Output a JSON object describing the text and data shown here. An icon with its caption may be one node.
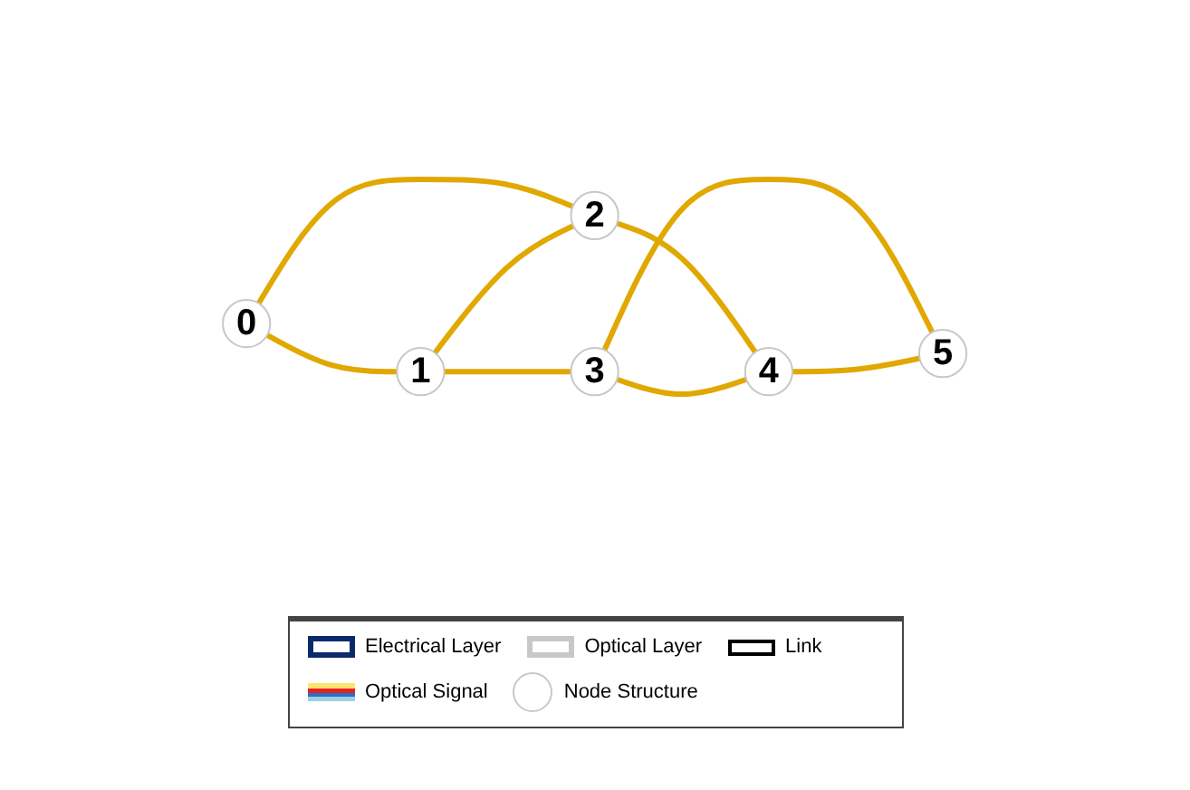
{
  "diagram": {
    "nodes": [
      {
        "text": [
          "0"
        ]
      },
      {
        "text": [
          "1"
        ]
      },
      {
        "text": [
          "2"
        ]
      },
      {
        "text": [
          "3"
        ]
      },
      {
        "text": [
          "4"
        ]
      },
      {
        "text": [
          "5"
        ]
      }
    ],
    "edges": [
      {
        "from": 0,
        "to": 1,
        "arrow": "none"
      },
      {
        "from": 0,
        "to": 2,
        "arrow": "none"
      },
      {
        "from": 1,
        "to": 3,
        "arrow": "none"
      },
      {
        "from": 1,
        "to": 2,
        "arrow": "none"
      },
      {
        "from": 2,
        "to": 4,
        "arrow": "none"
      },
      {
        "from": 3,
        "to": 4,
        "arrow": "none"
      },
      {
        "from": 3,
        "to": 5,
        "arrow": "none"
      },
      {
        "from": 4,
        "to": 5,
        "arrow": "none"
      }
    ],
    "legend": [
      {
        "text": "Electrical Layer"
      },
      {
        "text": "Optical Layer"
      },
      {
        "text": "Link"
      },
      {
        "text": "Optical Signal"
      },
      {
        "text": "Node Structure"
      }
    ]
  }
}
